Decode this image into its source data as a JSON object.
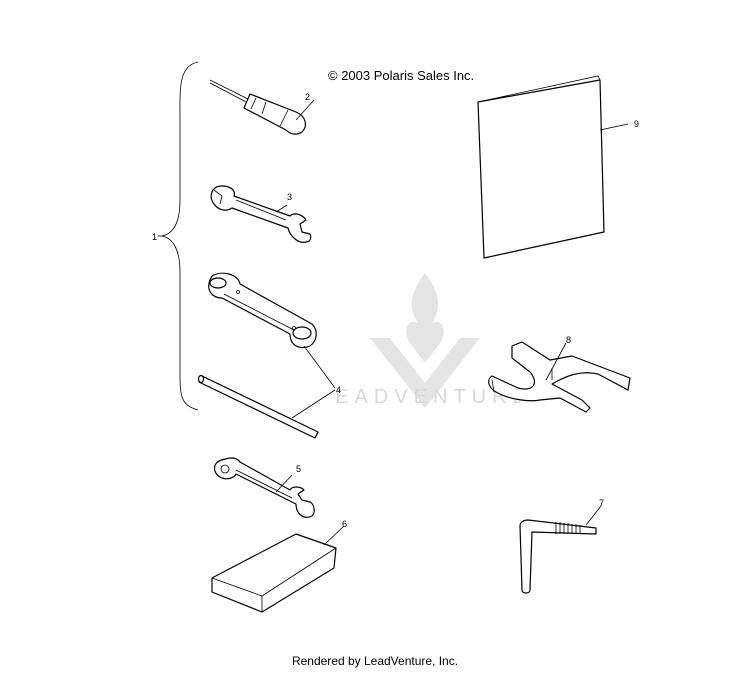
{
  "copyright": "© 2003 Polaris Sales Inc.",
  "footer": "Rendered by LeadVenture, Inc.",
  "watermark_text": "LEADVENTURE",
  "callouts": [
    "1",
    "2",
    "3",
    "4",
    "5",
    "6",
    "7",
    "8",
    "9"
  ],
  "colors": {
    "ink": "#000000",
    "watermark": "#d0d0d0"
  }
}
